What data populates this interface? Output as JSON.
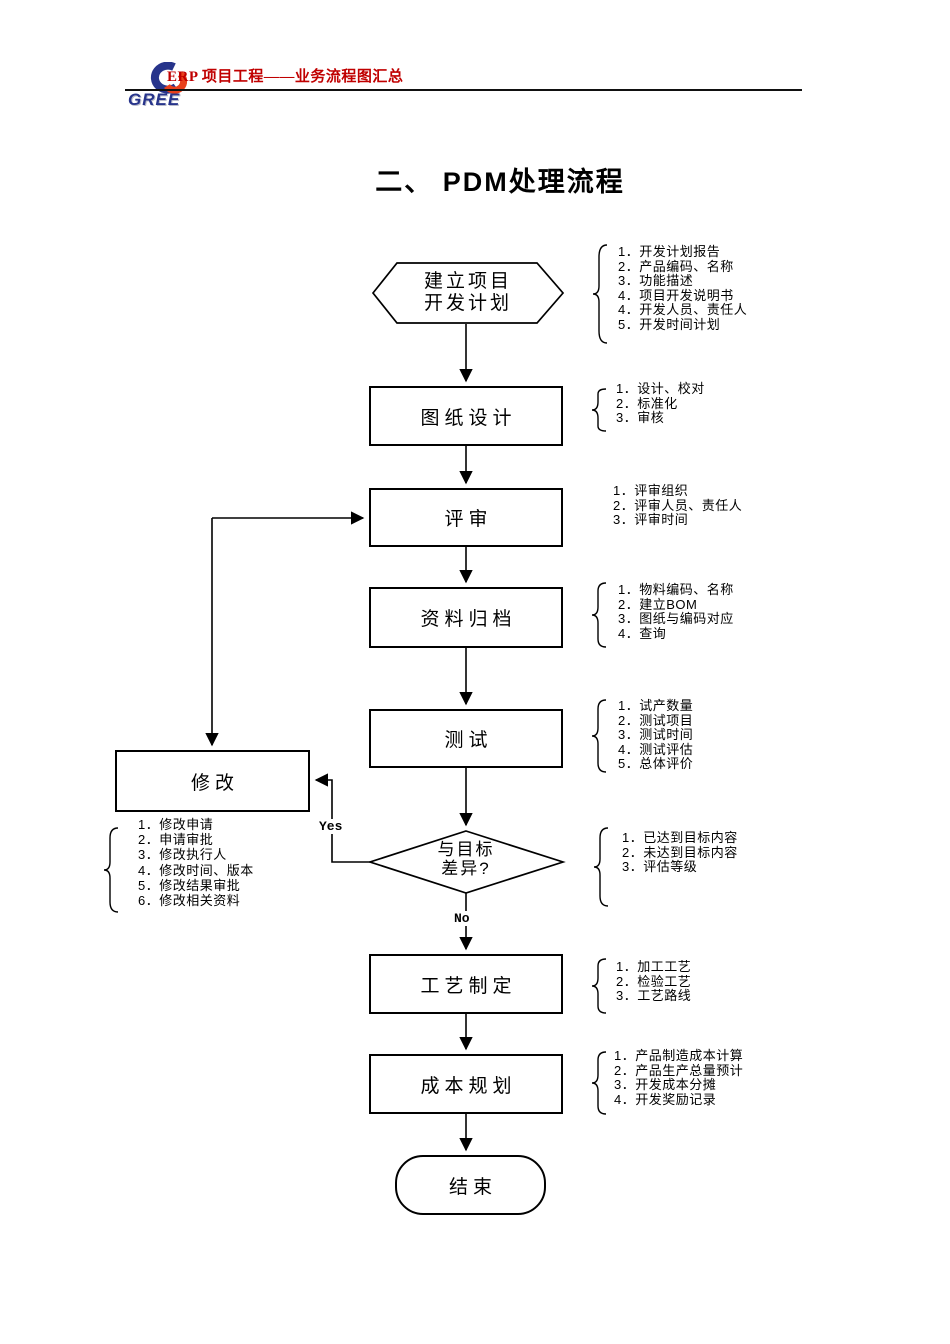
{
  "header": {
    "logo_text": "GREE",
    "title": "ERP 项目工程——业务流程图汇总"
  },
  "title": "二、 PDM处理流程",
  "colors": {
    "header_red": "#c00000",
    "logo_blue": "#27348b",
    "logo_orange": "#e8401c",
    "ink": "#000000"
  },
  "flowchart": {
    "nodes": [
      {
        "id": "start",
        "type": "hexagon",
        "lines": [
          "建立项目",
          "开发计划"
        ],
        "notes": [
          "1．开发计划报告",
          "2．产品编码、名称",
          "3．功能描述",
          "4．项目开发说明书",
          "4．开发人员、责任人",
          "5．开发时间计划"
        ]
      },
      {
        "id": "design",
        "type": "process",
        "label": "图纸设计",
        "notes": [
          "1．设计、校对",
          "2．标准化",
          "3．审核"
        ]
      },
      {
        "id": "review",
        "type": "process",
        "label": "评审",
        "notes": [
          "1．评审组织",
          "2．评审人员、责任人",
          "3．评审时间"
        ]
      },
      {
        "id": "archive",
        "type": "process",
        "label": "资料归档",
        "notes": [
          "1．物料编码、名称",
          "2．建立BOM",
          "3．图纸与编码对应",
          "4．查询"
        ]
      },
      {
        "id": "test",
        "type": "process",
        "label": "测试",
        "notes": [
          "1．试产数量",
          "2．测试项目",
          "3．测试时间",
          "4．测试评估",
          "5．总体评价"
        ]
      },
      {
        "id": "modify",
        "type": "process",
        "label": "修改",
        "notes": [
          "1．修改申请",
          "2．申请审批",
          "3．修改执行人",
          "4．修改时间、版本",
          "5．修改结果审批",
          "6．修改相关资料"
        ]
      },
      {
        "id": "decision",
        "type": "decision",
        "lines": [
          "与目标",
          "差异?"
        ],
        "notes": [
          "1．已达到目标内容",
          "2．未达到目标内容",
          "3．评估等级"
        ]
      },
      {
        "id": "craft",
        "type": "process",
        "label": "工艺制定",
        "notes": [
          "1．加工工艺",
          "2．检验工艺",
          "3．工艺路线"
        ]
      },
      {
        "id": "cost",
        "type": "process",
        "label": "成本规划",
        "notes": [
          "1．产品制造成本计算",
          "2．产品生产总量预计",
          "3．开发成本分摊",
          "4．开发奖励记录"
        ]
      },
      {
        "id": "end",
        "type": "terminator",
        "label": "结束"
      }
    ],
    "branch_labels": {
      "yes": "Yes",
      "no": "No"
    }
  }
}
